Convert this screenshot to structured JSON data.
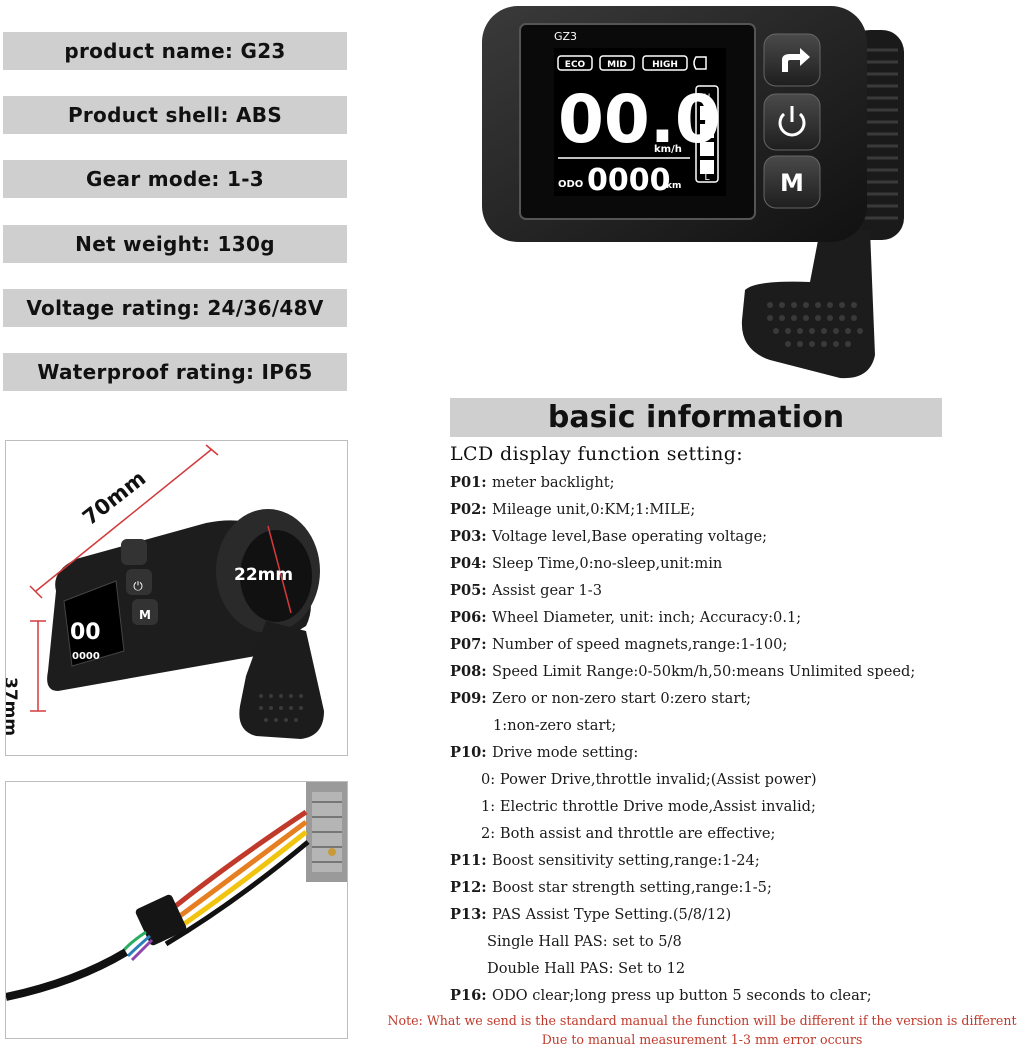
{
  "specs": [
    {
      "text": "product name: G23"
    },
    {
      "text": "Product shell: ABS"
    },
    {
      "text": "Gear mode: 1-3"
    },
    {
      "text": "Net weight: 130g"
    },
    {
      "text": "Voltage rating: 24/36/48V"
    },
    {
      "text": "Waterproof rating: IP65"
    }
  ],
  "device": {
    "model_label": "GZ3",
    "modes": [
      "ECO",
      "MID",
      "HIGH"
    ],
    "speed": "00.0",
    "speed_unit": "km/h",
    "odo_label": "ODO",
    "odo_value": "0000",
    "odo_unit": "km",
    "battery_high": "H",
    "battery_low": "L",
    "menu_button": "M"
  },
  "dimensions": {
    "length": "70mm",
    "height": "37mm",
    "bar_diameter": "22mm"
  },
  "info": {
    "heading": "basic information",
    "subheading": "LCD display function setting:",
    "params": [
      {
        "code": "P01:",
        "text": "meter backlight;"
      },
      {
        "code": "P02:",
        "text": "Mileage unit,0:KM;1:MILE;"
      },
      {
        "code": "P03:",
        "text": "Voltage level,Base operating voltage;"
      },
      {
        "code": "P04:",
        "text": "Sleep Time,0:no-sleep,unit:min"
      },
      {
        "code": "P05:",
        "text": "Assist gear 1-3"
      },
      {
        "code": "P06:",
        "text": "Wheel Diameter, unit: inch; Accuracy:0.1;"
      },
      {
        "code": "P07:",
        "text": "Number of speed magnets,range:1-100;"
      },
      {
        "code": "P08:",
        "text": "Speed Limit Range:0-50km/h,50:means Unlimited speed;"
      },
      {
        "code": "P09:",
        "text": "Zero or non-zero start  0:zero start;"
      },
      {
        "code": "",
        "text": "1:non-zero start;"
      },
      {
        "code": "P10:",
        "text": "Drive mode setting:"
      },
      {
        "code": "",
        "text": "0: Power Drive,throttle invalid;(Assist power)"
      },
      {
        "code": "",
        "text": "1: Electric throttle Drive mode,Assist invalid;"
      },
      {
        "code": "",
        "text": "2: Both assist and throttle are effective;"
      },
      {
        "code": "P11:",
        "text": "Boost sensitivity setting,range:1-24;"
      },
      {
        "code": "P12:",
        "text": "Boost star strength setting,range:1-5;"
      },
      {
        "code": "P13:",
        "text": "PAS Assist Type Setting.(5/8/12)"
      },
      {
        "code": "",
        "text": "Single Hall PAS: set to 5/8"
      },
      {
        "code": "",
        "text": "Double Hall PAS: Set to 12"
      },
      {
        "code": "P16:",
        "text": "ODO clear;long press up button 5 seconds to clear;"
      }
    ],
    "notes": [
      "Note: What we send is the standard manual the function will be different if the version is different",
      "Due to manual measurement   1-3 mm error occurs"
    ]
  }
}
